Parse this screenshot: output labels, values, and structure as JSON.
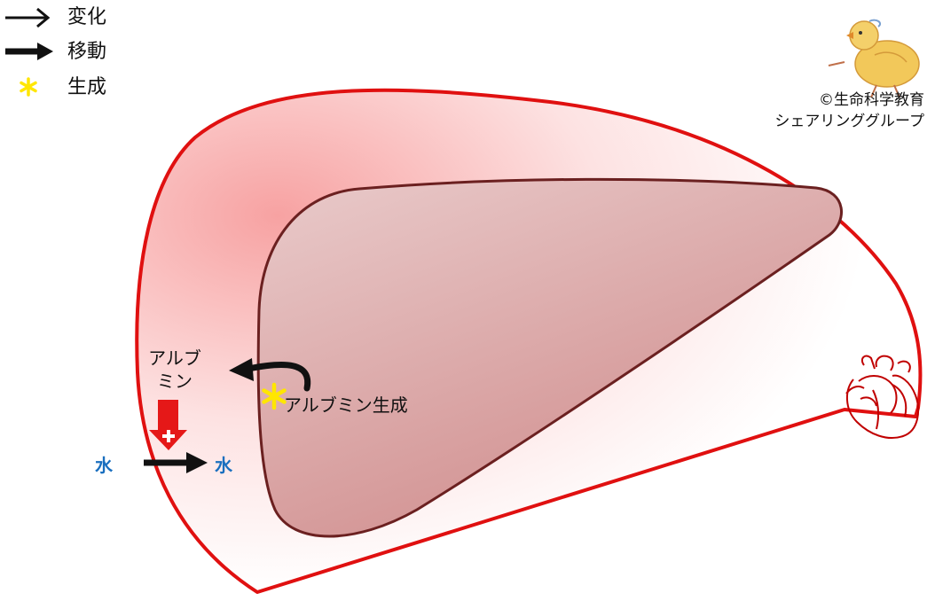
{
  "legend": {
    "items": [
      {
        "symbol": "arrow-thin",
        "label": "変化"
      },
      {
        "symbol": "arrow-thick",
        "label": "移動"
      },
      {
        "symbol": "asterisk",
        "label": "生成"
      }
    ]
  },
  "credit": {
    "line1": "©生命科学教育",
    "line2": "シェアリンググループ"
  },
  "labels": {
    "albumin_line1": "アルブ",
    "albumin_line2": "ミン",
    "albumin_synthesis": "アルブミン生成",
    "water_left": "水",
    "water_right": "水"
  },
  "colors": {
    "body_outline": "#e01010",
    "body_fill_dark": "#f79a9a",
    "body_fill_light": "#ffffff",
    "liver_outline": "#6b2020",
    "liver_fill_light": "#e8c8c8",
    "liver_fill_dark": "#cf8a8a",
    "plus_arrow": "#e51818",
    "asterisk": "#ffe600",
    "water_text": "#1a6fbf",
    "heart_outline": "#c00000"
  },
  "icons": {
    "heart": "heart-icon",
    "chick": "chick-illustration-icon"
  }
}
